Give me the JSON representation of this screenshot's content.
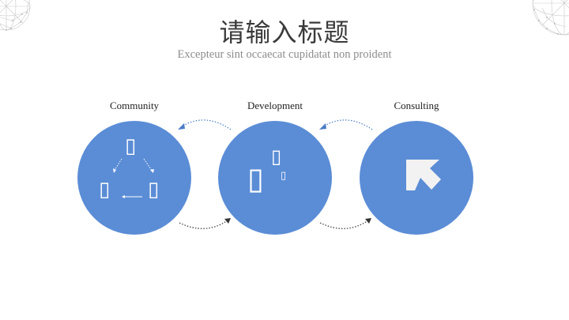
{
  "slide": {
    "title": "请输入标题",
    "subtitle": "Excepteur sint occaecat cupidatat non proident"
  },
  "steps": [
    {
      "label": "Community",
      "icon": "community-cycle-icon"
    },
    {
      "label": "Development",
      "icon": "development-icon"
    },
    {
      "label": "Consulting",
      "icon": "cursor-arrow-icon"
    }
  ],
  "icon_glyphs": {
    "box": "▯"
  },
  "colors": {
    "circle": "#5b8dd6",
    "title": "#3a3a3a",
    "subtitle": "#8c8c8c",
    "arrow_blue": "#4a7cc7",
    "arrow_dark": "#333333"
  }
}
